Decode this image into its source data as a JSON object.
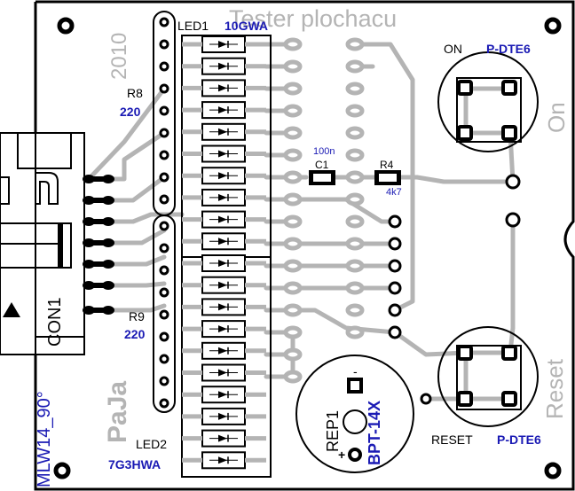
{
  "board": {
    "title": "Tester plochacu",
    "year": "2010",
    "author": "PaJa"
  },
  "led1": {
    "ref": "LED1",
    "value": "10GWA"
  },
  "led2": {
    "ref": "LED2",
    "value": "7G3HWA"
  },
  "r8": {
    "ref": "R8",
    "value": "220"
  },
  "r9": {
    "ref": "R9",
    "value": "220"
  },
  "c1": {
    "ref": "C1",
    "value": "100n"
  },
  "r4": {
    "ref": "R4",
    "value": "4k7"
  },
  "sw_on": {
    "ref": "ON",
    "value": "P-DTE6",
    "silk": "On"
  },
  "sw_reset": {
    "ref": "RESET",
    "value": "P-DTE6",
    "silk": "Reset"
  },
  "con1": {
    "ref": "CON1",
    "value": "MLW14_90°"
  },
  "rep1": {
    "ref": "REP1",
    "value": "BPT-14X",
    "minus": "-",
    "plus": "+"
  },
  "colors": {
    "copper": "#b4b4b4",
    "silkscreen": "#000000",
    "value_text": "#1a1ab4",
    "background": "#ffffff"
  }
}
